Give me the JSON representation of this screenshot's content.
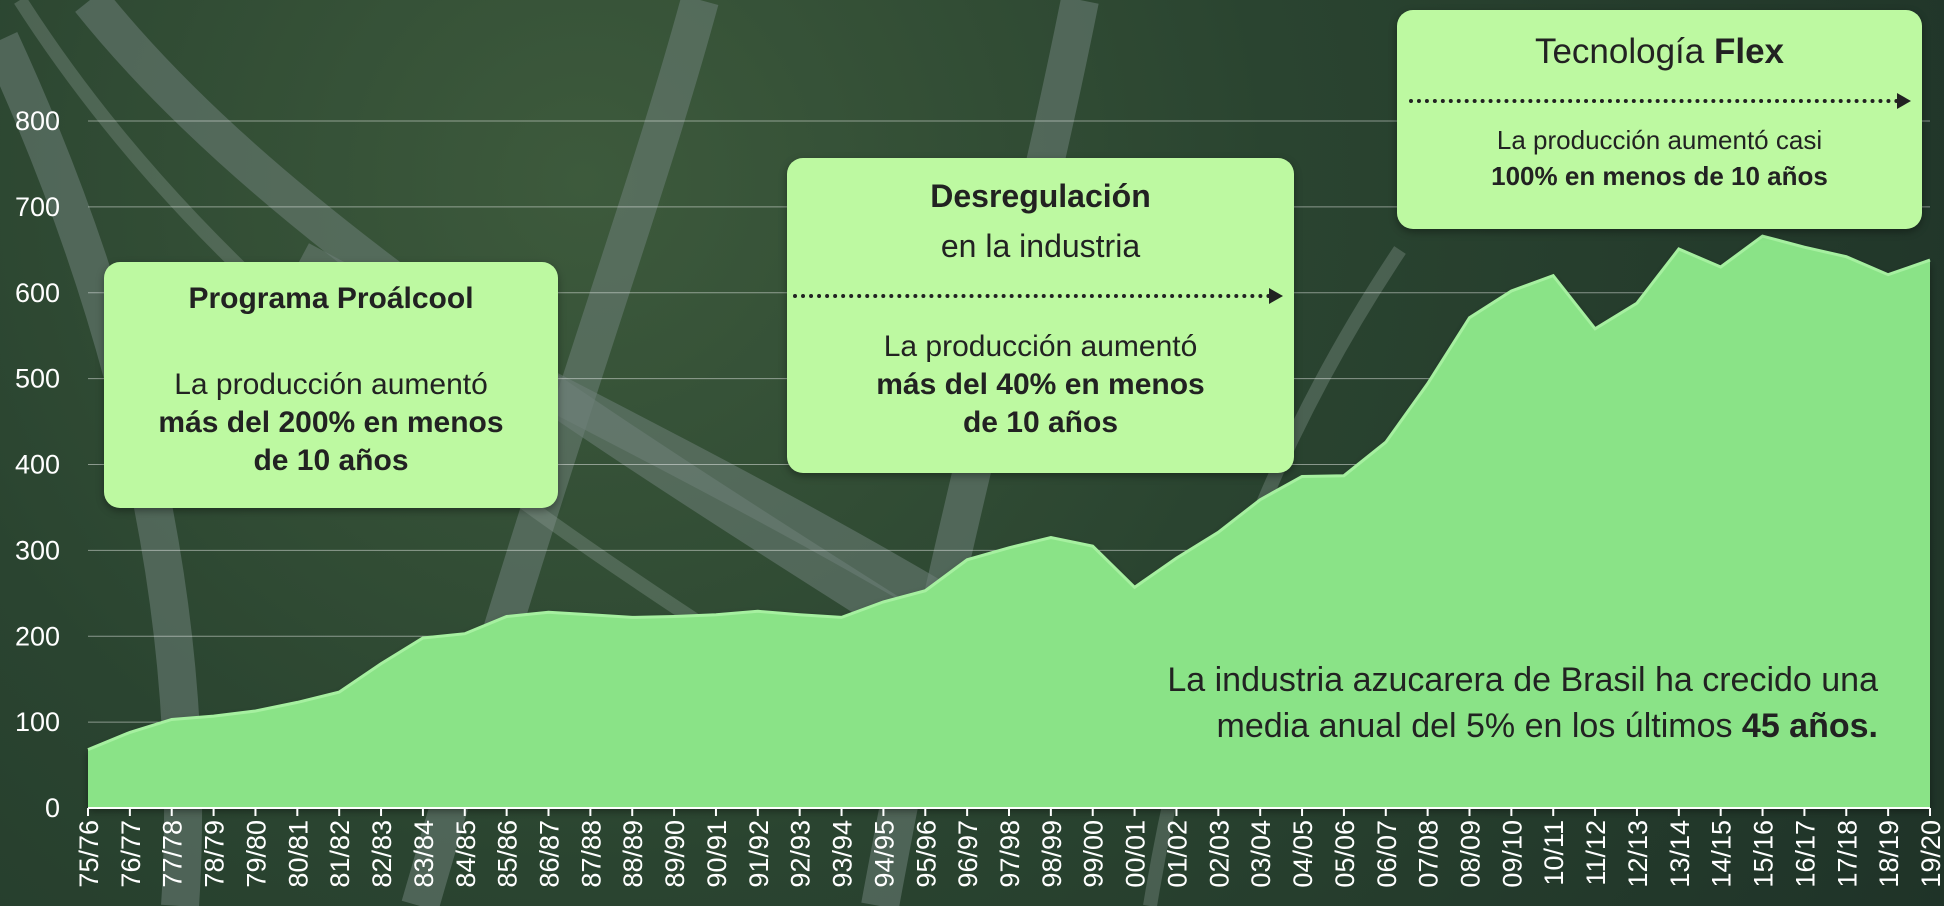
{
  "chart_data": {
    "type": "area",
    "categories": [
      "75/76",
      "76/77",
      "77/78",
      "78/79",
      "79/80",
      "80/81",
      "81/82",
      "82/83",
      "83/84",
      "84/85",
      "85/86",
      "86/87",
      "87/88",
      "88/89",
      "89/90",
      "90/91",
      "91/92",
      "92/93",
      "93/94",
      "94/95",
      "95/96",
      "96/97",
      "97/98",
      "98/99",
      "99/00",
      "00/01",
      "01/02",
      "02/03",
      "03/04",
      "04/05",
      "05/06",
      "06/07",
      "07/08",
      "08/09",
      "09/10",
      "10/11",
      "11/12",
      "12/13",
      "13/14",
      "14/15",
      "15/16",
      "16/17",
      "17/18",
      "18/19",
      "19/20"
    ],
    "values": [
      68,
      88,
      103,
      107,
      113,
      123,
      135,
      168,
      198,
      203,
      223,
      228,
      225,
      222,
      223,
      225,
      229,
      225,
      222,
      240,
      253,
      289,
      303,
      315,
      305,
      257,
      291,
      321,
      359,
      386,
      387,
      426,
      494,
      571,
      602,
      620,
      558,
      588,
      651,
      630,
      666,
      653,
      642,
      621,
      638
    ],
    "yticks": [
      "0",
      "100",
      "200",
      "300",
      "400",
      "500",
      "600",
      "700",
      "800"
    ],
    "ylim": [
      0,
      800
    ],
    "colors": {
      "area": "#8ae387",
      "area_edge": "#a6f0a0"
    }
  },
  "cards": {
    "proalcool": {
      "title": "Programa Proálcool",
      "line1": "La producción aumentó",
      "line2": "más del 200% en menos",
      "line3": "de 10 años"
    },
    "desregulacion": {
      "title": "Desregulación",
      "subtitle": "en la industria",
      "line1": "La producción aumentó",
      "line2": "más del 40% en menos",
      "line3": "de 10 años"
    },
    "flex": {
      "title_plain": "Tecnología ",
      "title_bold": "Flex",
      "line1": "La producción aumentó casi",
      "line2": "100% en menos de 10 años"
    }
  },
  "footnote": {
    "line1": "La industria azucarera de Brasil ha crecido una",
    "line2_plain": "media anual del 5% en los últimos ",
    "line2_bold": "45 años."
  },
  "colors": {
    "card_bg": "#bdf9a1",
    "text": "#222222"
  }
}
